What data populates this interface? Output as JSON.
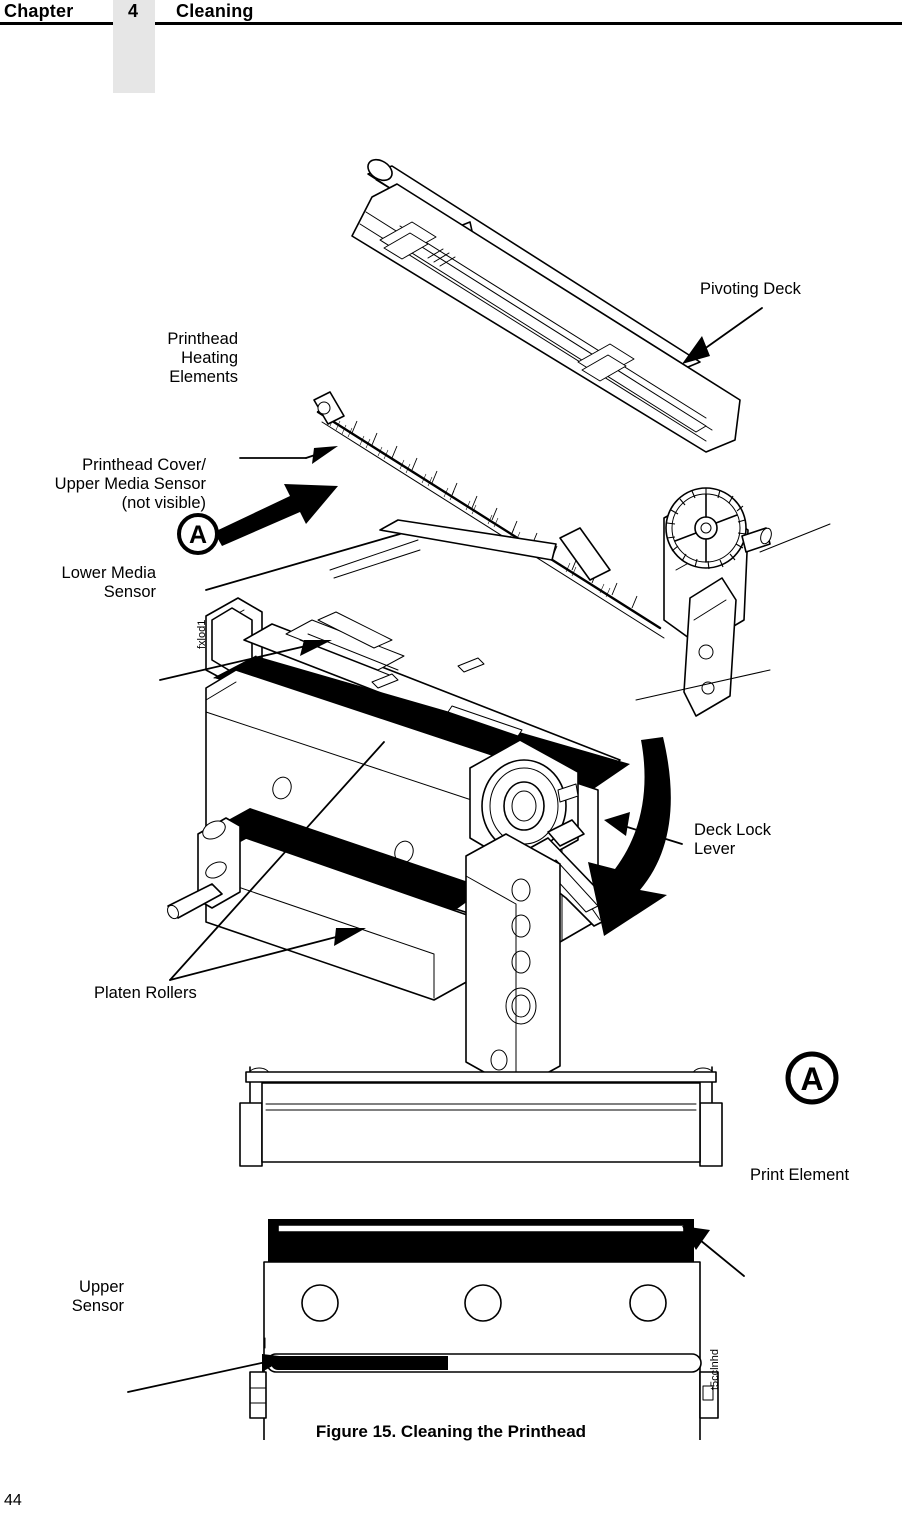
{
  "header": {
    "chapter_word": "Chapter",
    "chapter_number": "4",
    "section_title": "Cleaning"
  },
  "figure": {
    "caption": "Figure 15. Cleaning the Printhead",
    "upper_view": {
      "watermark": "fxlod1",
      "callout_marker": "A",
      "labels": {
        "printhead_heating_elements": "Printhead\nHeating\nElements",
        "printhead_cover": "Printhead Cover/\nUpper Media Sensor\n(not visible)",
        "lower_media_sensor": "Lower Media\nSensor",
        "platen_rollers": "Platen Rollers",
        "pivoting_deck": "Pivoting Deck",
        "deck_lock_lever": "Deck Lock\nLever"
      }
    },
    "lower_view": {
      "watermark": "t5cclnhd",
      "callout_marker": "A",
      "labels": {
        "print_element": "Print Element",
        "upper_sensor": "Upper\nSensor"
      }
    }
  },
  "footer": {
    "page_number": "44"
  },
  "colors": {
    "ink": "#000000",
    "tab_gray": "#e6e6e6",
    "paper": "#ffffff"
  }
}
